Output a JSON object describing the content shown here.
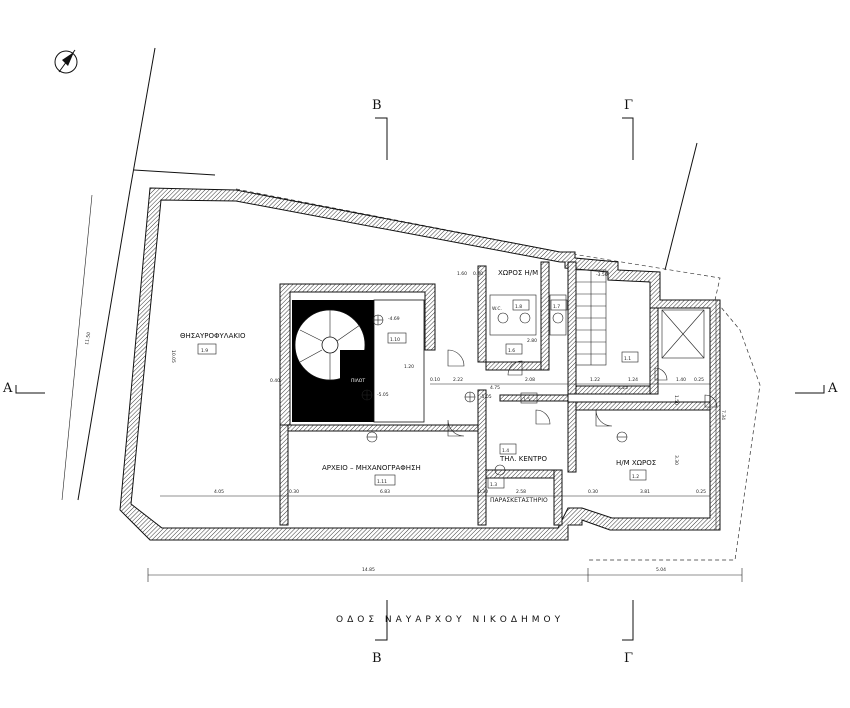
{
  "sections": {
    "left": "Α",
    "right": "Α",
    "b_top": "Β",
    "g_top": "Γ",
    "b_bottom": "Β",
    "g_bottom": "Γ"
  },
  "street": "ΟΔΟΣ ΝΑΥΑΡΧΟΥ ΝΙΚΟΔΗΜΟΥ",
  "rooms": {
    "r19_name": "ΘΗΣΑΥΡΟΦΥΛΑΚΙΟ",
    "r19_id": "1.9",
    "r110_id": "1.10",
    "r111_name": "ΑΡΧΕΙΟ – ΜΗΧΑΝΟΓΡΑΦΗΣΗ",
    "r111_id": "1.11",
    "hm_name": "ΧΩΡΟΣ Η/Μ",
    "r18_id": "1.8",
    "r17_id": "1.7",
    "r16_id": "1.6",
    "r15_id": "1.5",
    "r11_id": "1.1",
    "r14_id": "1.4",
    "r14_name": "ΤΗΛ. ΚΕΝΤΡΟ",
    "r13_id": "1.3",
    "r13_name": "ΠΑΡΑΣΚΕΤΑΣΤΗΡΙΟ",
    "r12_name": "Η/Μ ΧΩΡΟΣ",
    "r12_id": "1.2",
    "wc": "W.C.",
    "pilot": "ΠΙΛΟΤ"
  },
  "levels": {
    "l1": "-4.69",
    "l2": "-5.05",
    "l3": "-5.05",
    "l4": "-3.50"
  },
  "dims": {
    "d_total": "14.85",
    "d_right": "5.04",
    "d_left": "4.05",
    "d_mid": "6.83",
    "d_a": "0.30",
    "d_b": "0.30",
    "d_c": "2.58",
    "d_d": "0.30",
    "d_e": "3.81",
    "d_f": "0.25",
    "d_g": "4.25",
    "d_h": "4.75",
    "d_i": "2.22",
    "d_j": "2.08",
    "d_k": "1.22",
    "d_l": "1.24",
    "d_m": "1.40",
    "d_n": "0.25",
    "d_o": "1.60",
    "d_p": "0.30",
    "d_q": "2.80",
    "d_r": "11.50",
    "d_s": "10.05",
    "d_t": "7.34",
    "d_u": "3.30",
    "d_v": "1.50",
    "d_w": "0.40",
    "d_x": "0.10",
    "d_y": "1.20"
  },
  "icons": {
    "north": "north-arrow-icon",
    "door": "door-swing-icon",
    "level": "level-marker-icon",
    "stair": "spiral-stair-icon",
    "lift": "elevator-icon"
  }
}
